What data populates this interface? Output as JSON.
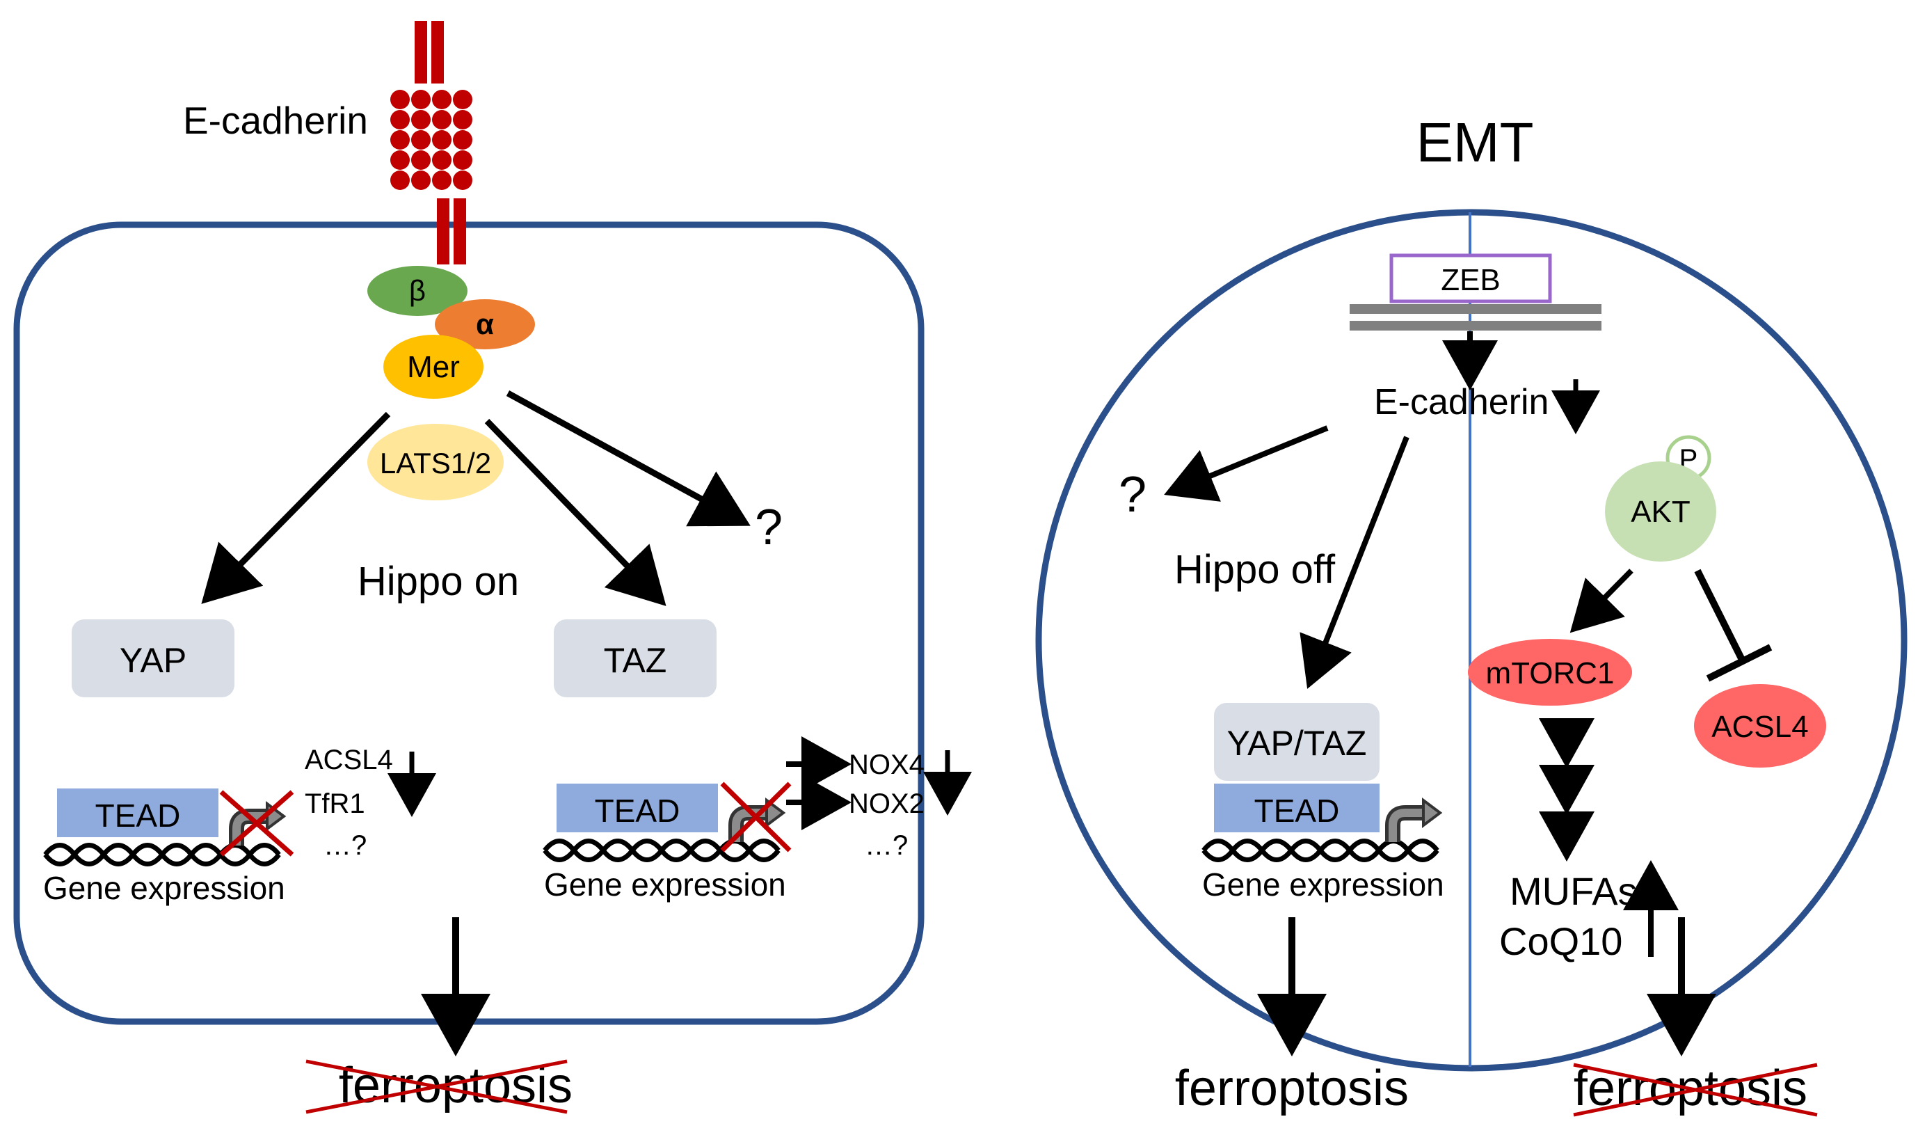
{
  "left_panel": {
    "receptor_label": "E-cadherin",
    "beta": "β",
    "alpha": "α",
    "mer": "Mer",
    "lats": "LATS1/2",
    "hippo": "Hippo on",
    "question": "?",
    "yap": "YAP",
    "taz": "TAZ",
    "tead": "TEAD",
    "gene_expression": "Gene expression",
    "targets_yap": [
      "ACSL4",
      "TfR1",
      "…?"
    ],
    "targets_taz": [
      "NOX4",
      "NOX2",
      "…?"
    ],
    "outcome": "ferroptosis"
  },
  "right_panel": {
    "title": "EMT",
    "zeb": "ZEB",
    "ecad": "E-cadherin",
    "question": "?",
    "hippo": "Hippo off",
    "phospho": "P",
    "akt": "AKT",
    "mtorc1": "mTORC1",
    "acsl4": "ACSL4",
    "yaptaz": "YAP/TAZ",
    "tead": "TEAD",
    "gene_expression": "Gene expression",
    "mufas": "MUFAs",
    "coq10": "CoQ10",
    "outcome_left": "ferroptosis",
    "outcome_right": "ferroptosis"
  },
  "colors": {
    "cell_border": "#2b4f8a",
    "cadherin": "#c00000",
    "beta": "#6aa84f",
    "alpha": "#ed7d31",
    "mer": "#ffc000",
    "lats": "#ffe699",
    "yap_box": "#d9dde6",
    "tead_box": "#8faadc",
    "zeb_border": "#9966cc",
    "akt": "#c6e0b4",
    "mtorc1": "#ff6666",
    "cross": "#c00000",
    "divider": "#4472c4"
  }
}
